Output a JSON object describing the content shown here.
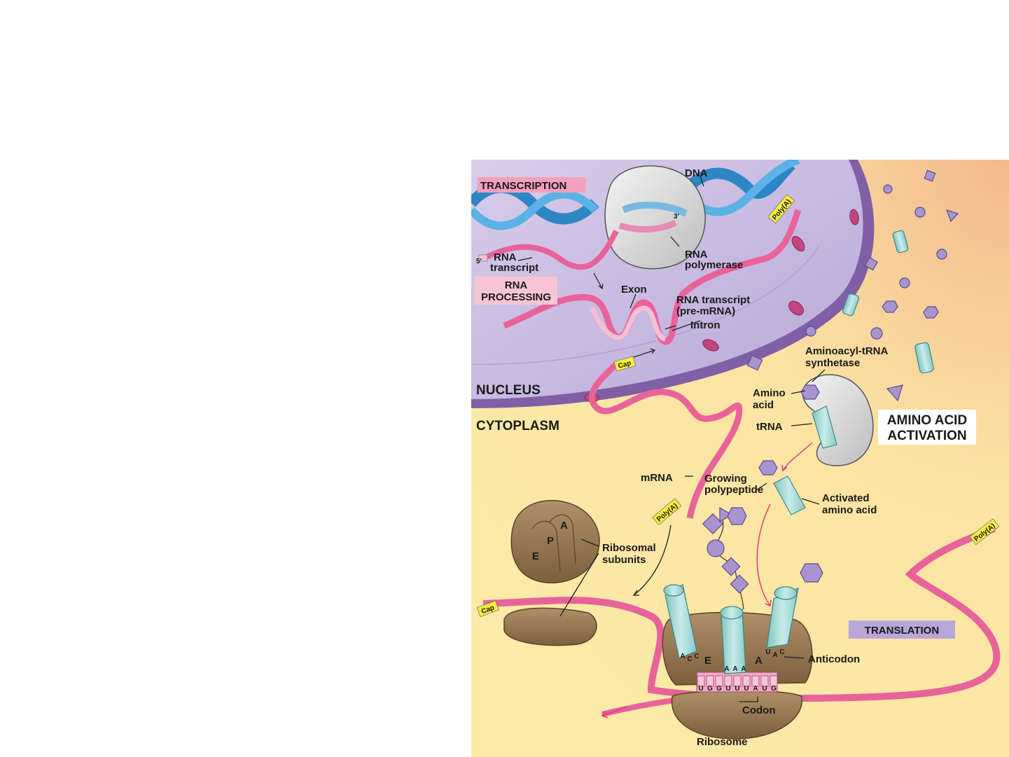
{
  "labels": {
    "transcription": "TRANSCRIPTION",
    "dna": "DNA",
    "three_prime": "3′",
    "five_prime": "5′",
    "rna_transcript_1": "RNA",
    "rna_transcript_2": "transcript",
    "rna_polymerase_1": "RNA",
    "rna_polymerase_2": "polymerase",
    "rna_processing_1": "RNA",
    "rna_processing_2": "PROCESSING",
    "exon": "Exon",
    "pre_mrna_1": "RNA transcript",
    "pre_mrna_2": "(pre-mRNA)",
    "intron": "Intron",
    "poly_a": "Poly(A)",
    "cap": "Cap",
    "nucleus": "NUCLEUS",
    "cytoplasm": "CYTOPLASM",
    "aminoacyl_1": "Aminoacyl-tRNA",
    "aminoacyl_2": "synthetase",
    "amino_acid_1": "Amino",
    "amino_acid_2": "acid",
    "trna": "tRNA",
    "activation_1": "AMINO ACID",
    "activation_2": "ACTIVATION",
    "mrna": "mRNA",
    "growing_1": "Growing",
    "growing_2": "polypeptide",
    "activated_1": "Activated",
    "activated_2": "amino acid",
    "ribosomal_1": "Ribosomal",
    "ribosomal_2": "subunits",
    "site_e": "E",
    "site_p": "P",
    "site_a": "A",
    "translation": "TRANSLATION",
    "anticodon": "Anticodon",
    "codon": "Codon",
    "ribosome": "Ribosome",
    "bases": [
      "U",
      "G",
      "G",
      "U",
      "U",
      "U",
      "A",
      "U",
      "G"
    ],
    "anticodon_letters": [
      "A",
      "C",
      "C",
      "A",
      "A",
      "A",
      "U",
      "A",
      "C"
    ]
  },
  "colors": {
    "nucleus": "#c9bde0",
    "cytoplasm": "#fbe9a6",
    "envelope": "#8a6bb0",
    "mrna": "#e8639a",
    "dna": "#3b9bd6",
    "ribosome": "#9c7b52",
    "trna": "#a8dcd8",
    "amino_acid": "#a895cf",
    "tag_pink": "#f4a0be",
    "tag_purple": "#b9a7db",
    "tag_yellow": "#f6ee3a"
  }
}
